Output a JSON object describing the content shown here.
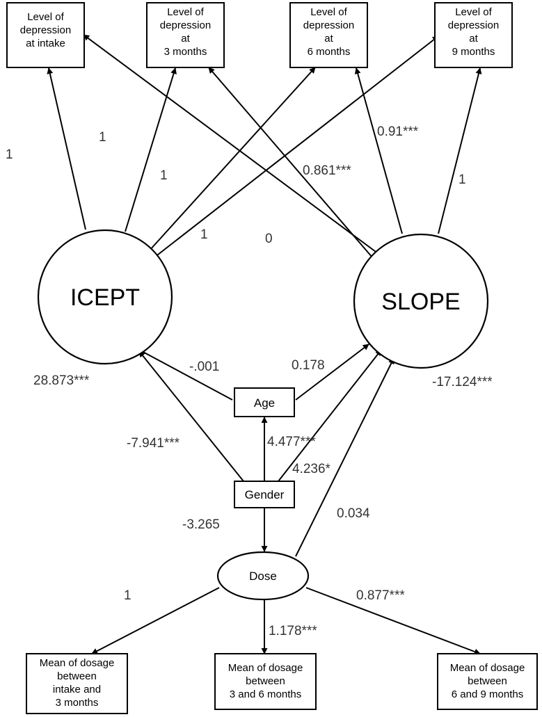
{
  "nodes": {
    "intake": [
      "Level of",
      "depression",
      "at intake"
    ],
    "m3": [
      "Level of",
      "depression",
      "at",
      "3 months"
    ],
    "m6": [
      "Level of",
      "depression",
      "at",
      "6 months"
    ],
    "m9": [
      "Level of",
      "depression",
      "at",
      "9 months"
    ],
    "icept": "ICEPT",
    "slope": "SLOPE",
    "age": "Age",
    "gender": "Gender",
    "dose": "Dose",
    "dose1": [
      "Mean of dosage",
      "between",
      "intake and",
      "3 months"
    ],
    "dose2": [
      "Mean of dosage",
      "between",
      "3 and 6 months"
    ],
    "dose3": [
      "Mean of dosage",
      "between",
      "6 and 9 months"
    ]
  },
  "labels": {
    "icept_intake": "1",
    "icept_m3": "1",
    "icept_m6": "1",
    "icept_m9": "1",
    "slope_intake": "0",
    "slope_m3": "0.861***",
    "slope_m6": "0.91***",
    "slope_m9": "1",
    "icept_mean": "28.873***",
    "slope_mean": "-17.124***",
    "age_icept": "-.001",
    "age_slope": "0.178",
    "gender_icept": "-7.941***",
    "gender_age": "4.477***",
    "gender_slope": "4.236*",
    "gender_dose": "-3.265",
    "dose_slope": "0.034",
    "dose_d1": "1",
    "dose_d2": "1.178***",
    "dose_d3": "0.877***"
  }
}
